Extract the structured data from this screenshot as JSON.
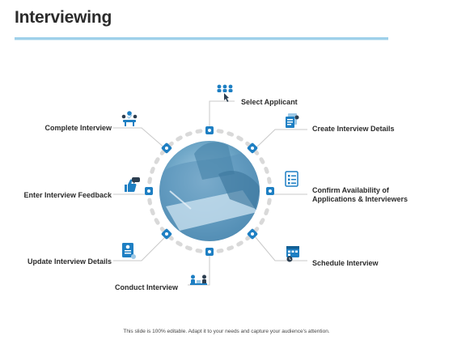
{
  "slide": {
    "title": "Interviewing",
    "footer": "This slide is 100% editable. Adapt it to your needs and capture your audience's attention."
  },
  "steps": [
    {
      "label": "Select Applicant",
      "icon": "people-pointer-icon"
    },
    {
      "label": "Create Interview Details",
      "icon": "document-stack-icon"
    },
    {
      "label": "Confirm Availability  of",
      "label2": "Applications & Interviewers",
      "icon": "checklist-icon"
    },
    {
      "label": "Schedule Interview",
      "icon": "calendar-clock-icon"
    },
    {
      "label": "Conduct Interview",
      "icon": "interview-desk-icon"
    },
    {
      "label": "Update Interview Details",
      "icon": "resume-icon"
    },
    {
      "label": "Enter Interview Feedback",
      "icon": "thumbs-up-chat-icon"
    },
    {
      "label": "Complete Interview",
      "icon": "meeting-table-icon"
    }
  ],
  "colors": {
    "accent": "#1e7fc3",
    "ring": "#d9d9d9",
    "circle": "#5f9cc0",
    "rule": "#9ed0ea"
  }
}
